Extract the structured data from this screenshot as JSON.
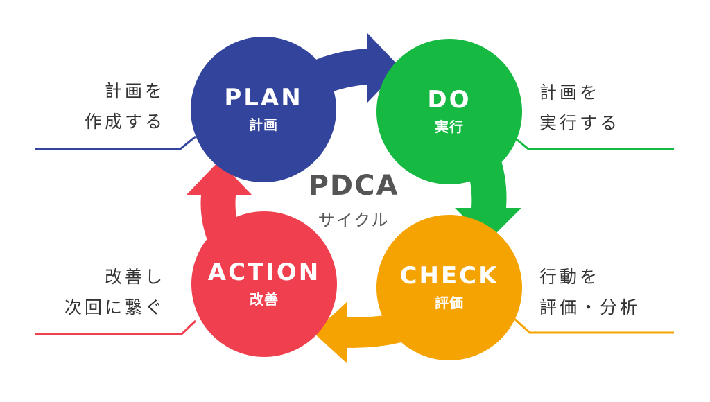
{
  "colors": {
    "plan": "#33449c",
    "do": "#16b941",
    "check": "#f5a300",
    "action": "#f0404f",
    "text": "#333333",
    "center_text": "#555555"
  },
  "center": {
    "title": "PDCA",
    "subtitle": "サイクル"
  },
  "phases": {
    "plan": {
      "en": "PLAN",
      "ja": "計画",
      "desc": [
        "計画を",
        "作成する"
      ]
    },
    "do": {
      "en": "DO",
      "ja": "実行",
      "desc": [
        "計画を",
        "実行する"
      ]
    },
    "check": {
      "en": "CHECK",
      "ja": "評価",
      "desc": [
        "行動を",
        "評価・分析"
      ]
    },
    "action": {
      "en": "ACTION",
      "ja": "改善",
      "desc": [
        "改善し",
        "次回に繋ぐ"
      ]
    }
  }
}
